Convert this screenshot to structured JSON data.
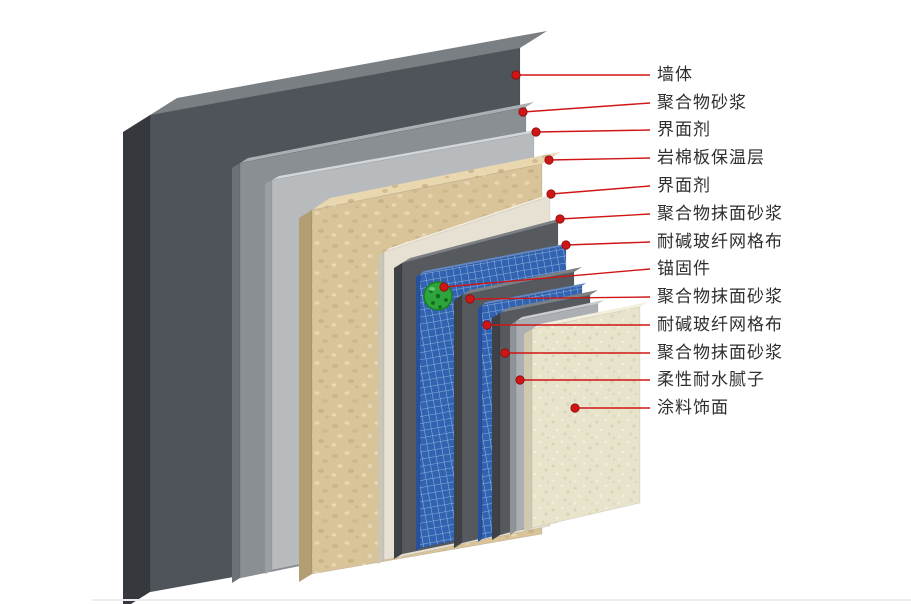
{
  "diagram": {
    "type": "exterior-wall-insulation-system-cutaway",
    "labels": [
      "墙体",
      "聚合物砂浆",
      "界面剂",
      "岩棉板保温层",
      "界面剂",
      "聚合物抹面砂浆",
      "耐碱玻纤网格布",
      "锚固件",
      "聚合物抹面砂浆",
      "耐碱玻纤网格布",
      "聚合物抹面砂浆",
      "柔性耐水腻子",
      "涂料饰面"
    ],
    "layers": [
      {
        "name": "墙体",
        "front": "#4f545a",
        "top": "#7a7f84",
        "left": "#35393e"
      },
      {
        "name": "聚合物砂浆",
        "front": "#8a8f94",
        "top": "#aaafb3",
        "left": "#6d7276"
      },
      {
        "name": "界面剂",
        "front": "#b7bbbe",
        "top": "#d3d6d9",
        "left": "#9b9fa2"
      },
      {
        "name": "岩棉板保温层",
        "front": "#d9c49a",
        "top": "#e9d7af",
        "left": "#b39d72"
      },
      {
        "name": "界面剂",
        "front": "#e7e1d3",
        "top": "#f2ede0",
        "left": "#cbc5b6"
      },
      {
        "name": "聚合物抹面砂浆",
        "front": "#565a5f",
        "top": "#7c8085",
        "left": "#3e4246"
      },
      {
        "name": "耐碱玻纤网格布",
        "front": "#3263b0",
        "top": "#5f88c8",
        "left": "#28519b"
      },
      {
        "name": "聚合物抹面砂浆",
        "front": "#565a5f",
        "top": "#7c8085",
        "left": "#3e4246"
      },
      {
        "name": "耐碱玻纤网格布",
        "front": "#3263b0",
        "top": "#5f88c8",
        "left": "#28519b"
      },
      {
        "name": "聚合物抹面砂浆",
        "front": "#565a5f",
        "top": "#7c8085",
        "left": "#3e4246"
      },
      {
        "name": "柔性耐水腻子",
        "front": "#abaeb2",
        "top": "#c9cccf",
        "left": "#8f9397"
      },
      {
        "name": "涂料饰面",
        "front": "#e8e3cb",
        "top": "#f3efdc",
        "left": "#cfc9b0"
      }
    ],
    "anchor": {
      "name": "锚固件",
      "color": "#2da53b",
      "ring": "#1a7d28",
      "spot": "#0e6a1d"
    },
    "leader": {
      "color": "#cf1616",
      "text_color": "#2e2e2e"
    }
  }
}
